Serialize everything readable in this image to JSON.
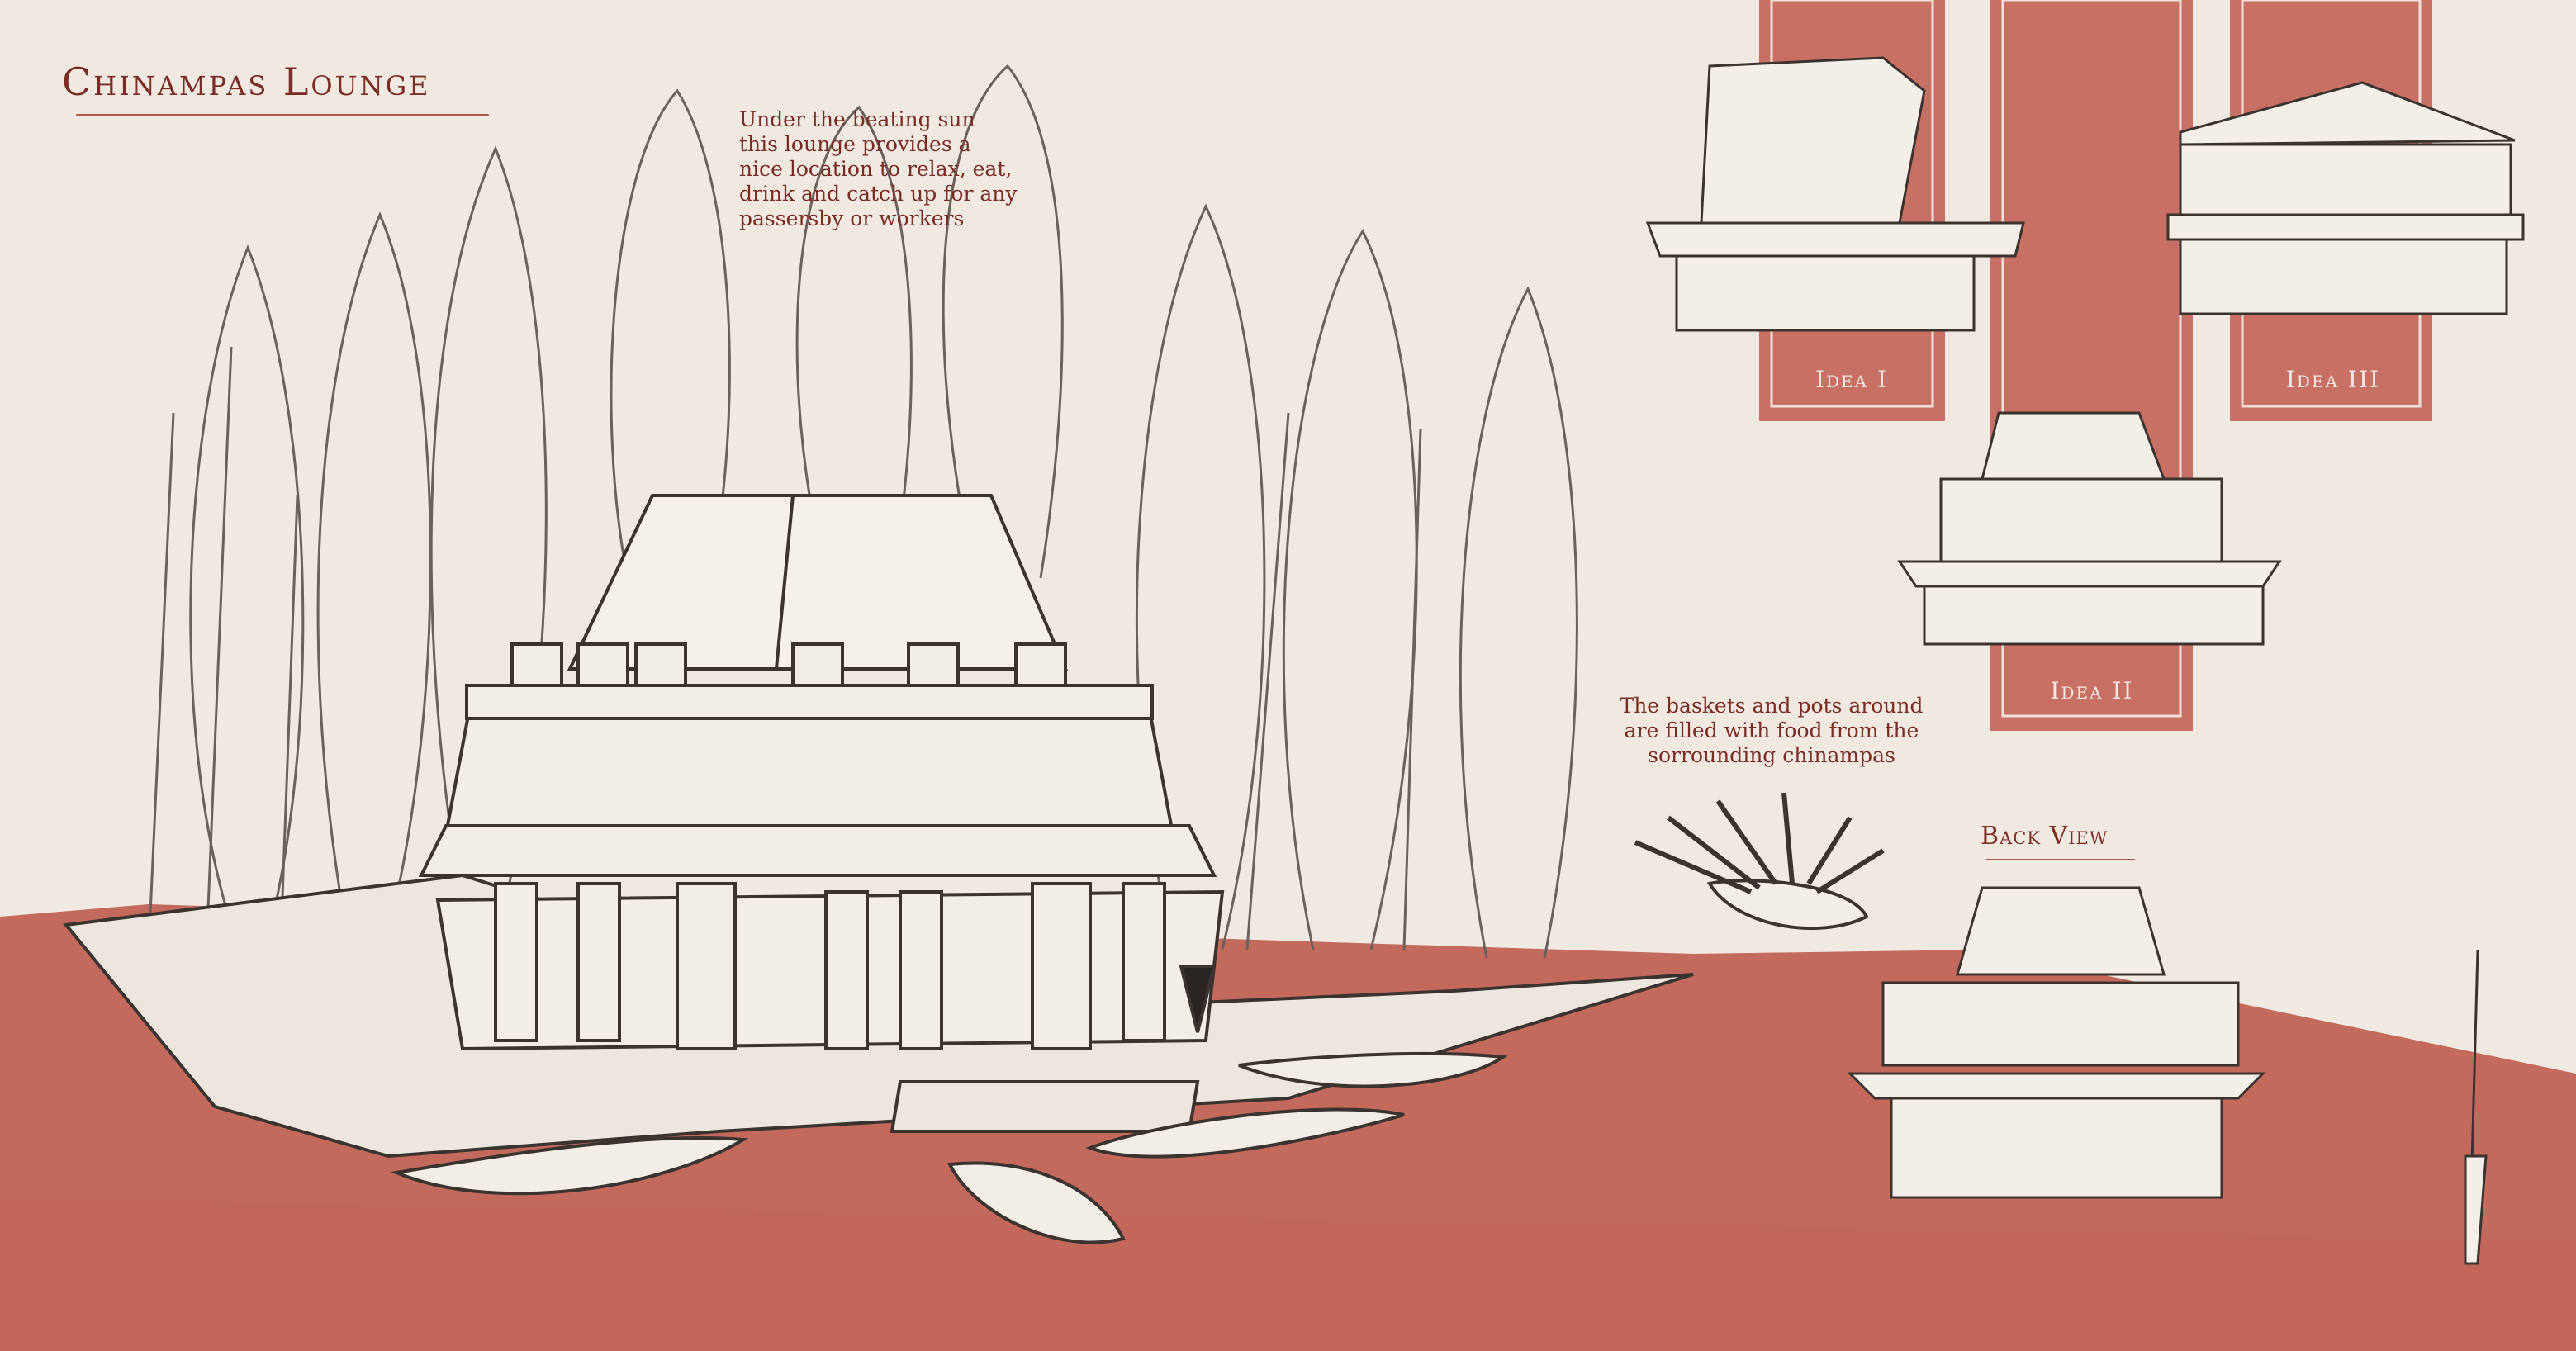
{
  "title": "Chinampas Lounge",
  "descriptions": {
    "main": "Under the beating sun this lounge provides a nice location to relax, eat, drink and catch up for any passersby or workers",
    "baskets": "The baskets and pots around are filled with food from the sorrounding chinampas"
  },
  "ideas": [
    {
      "label": "Idea I"
    },
    {
      "label": "Idea II"
    },
    {
      "label": "Idea III"
    }
  ],
  "back_view_label": "Back View",
  "colors": {
    "background": "#efe9e2",
    "water": "#c46a5c",
    "accent_band": "#c97064",
    "title_text": "#7a2b24",
    "sketch_line": "#3a3330"
  }
}
